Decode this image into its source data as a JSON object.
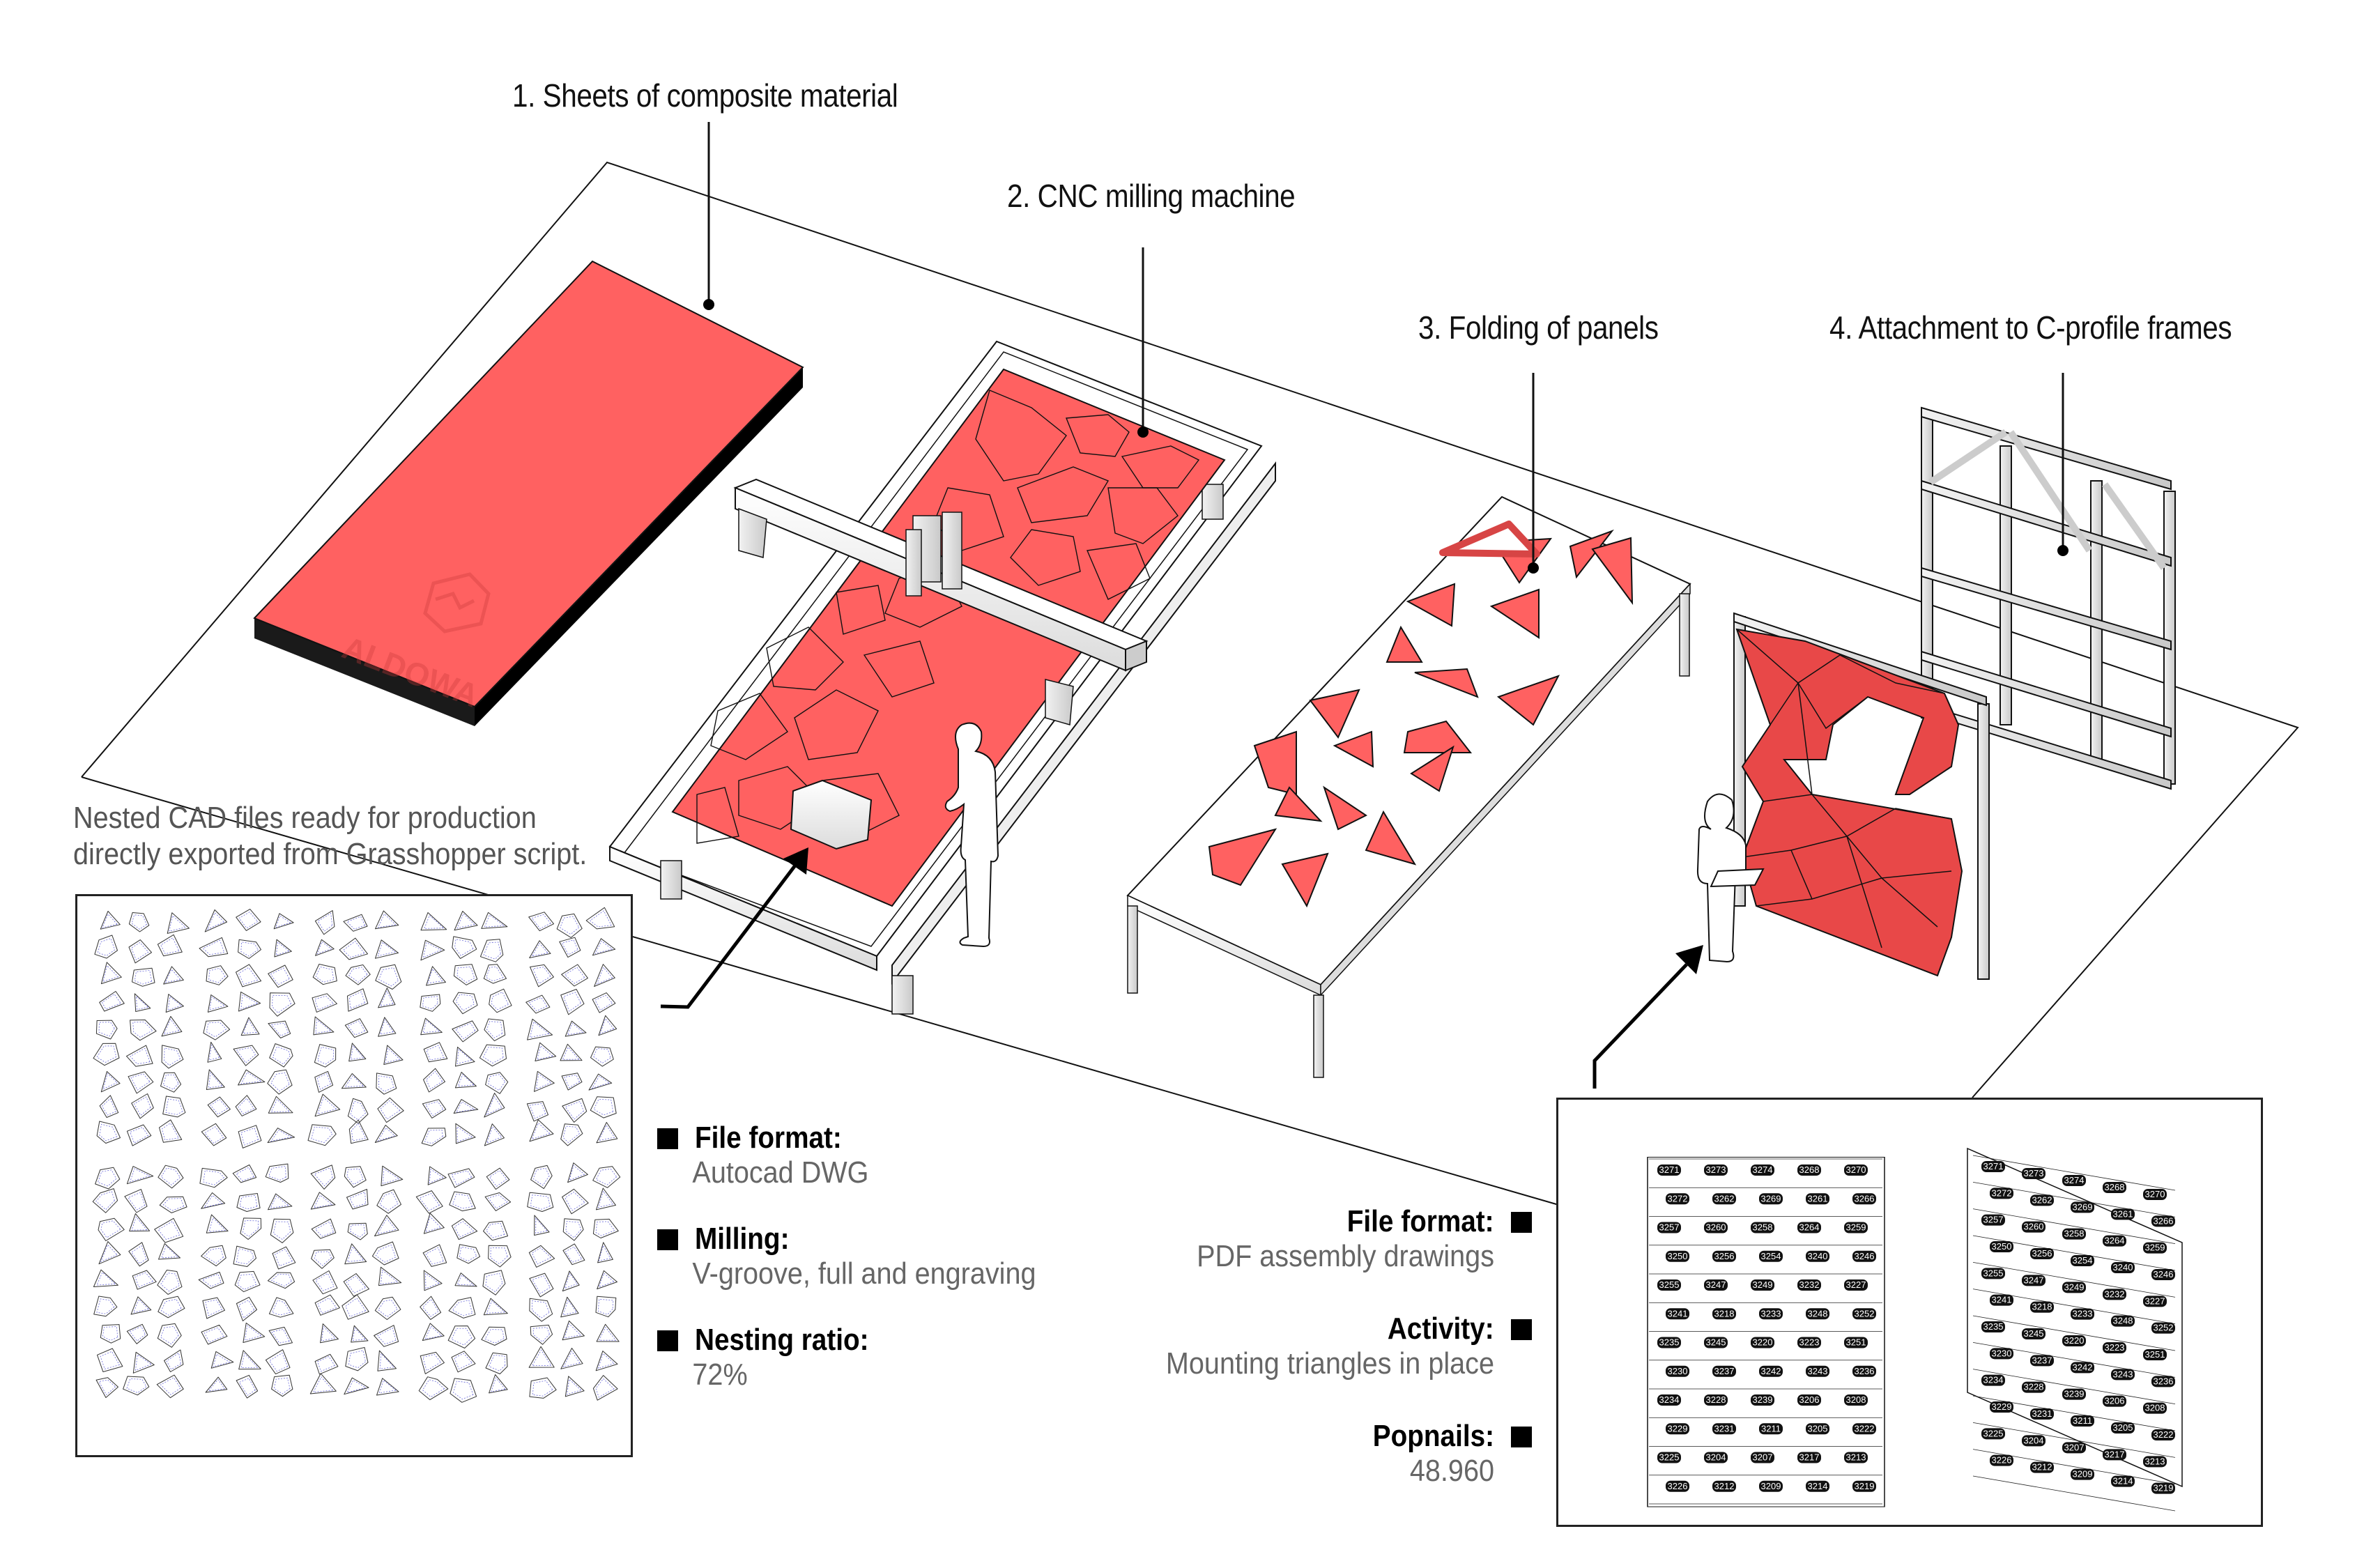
{
  "steps": [
    {
      "label": "1. Sheets of composite material"
    },
    {
      "label": "2. CNC milling machine"
    },
    {
      "label": "3. Folding of panels"
    },
    {
      "label": "4. Attachment to C-profile frames"
    }
  ],
  "sheet_logo": "ALDOWA",
  "nested_caption": {
    "line1": "Nested CAD files ready for production",
    "line2": "directly exported from Grasshopper script."
  },
  "cad_legend": [
    {
      "key": "File format:",
      "value": "Autocad DWG"
    },
    {
      "key": "Milling:",
      "value": "V-groove, full and engraving"
    },
    {
      "key": "Nesting ratio:",
      "value": "72%"
    }
  ],
  "assembly_legend": [
    {
      "key": "File format:",
      "value": "PDF assembly drawings"
    },
    {
      "key": "Activity:",
      "value": "Mounting triangles in place"
    },
    {
      "key": "Popnails:",
      "value": "48.960"
    }
  ],
  "panel_ids": [
    "3271",
    "3273",
    "3274",
    "3268",
    "3270",
    "3272",
    "3262",
    "3269",
    "3261",
    "3266",
    "3257",
    "3260",
    "3258",
    "3264",
    "3259",
    "3250",
    "3256",
    "3254",
    "3240",
    "3246",
    "3255",
    "3247",
    "3249",
    "3232",
    "3227",
    "3241",
    "3218",
    "3233",
    "3248",
    "3252",
    "3235",
    "3245",
    "3220",
    "3223",
    "3251",
    "3230",
    "3237",
    "3242",
    "3243",
    "3236",
    "3234",
    "3228",
    "3239",
    "3206",
    "3208",
    "3229",
    "3231",
    "3211",
    "3205",
    "3222",
    "3225",
    "3204",
    "3207",
    "3217",
    "3213",
    "3226",
    "3212",
    "3209",
    "3214",
    "3219"
  ],
  "colors": {
    "panel_red": "#FF6161",
    "panel_red_dark": "#E84848",
    "edge_dark": "#111111",
    "frame_grey": "#D8D8D8"
  }
}
